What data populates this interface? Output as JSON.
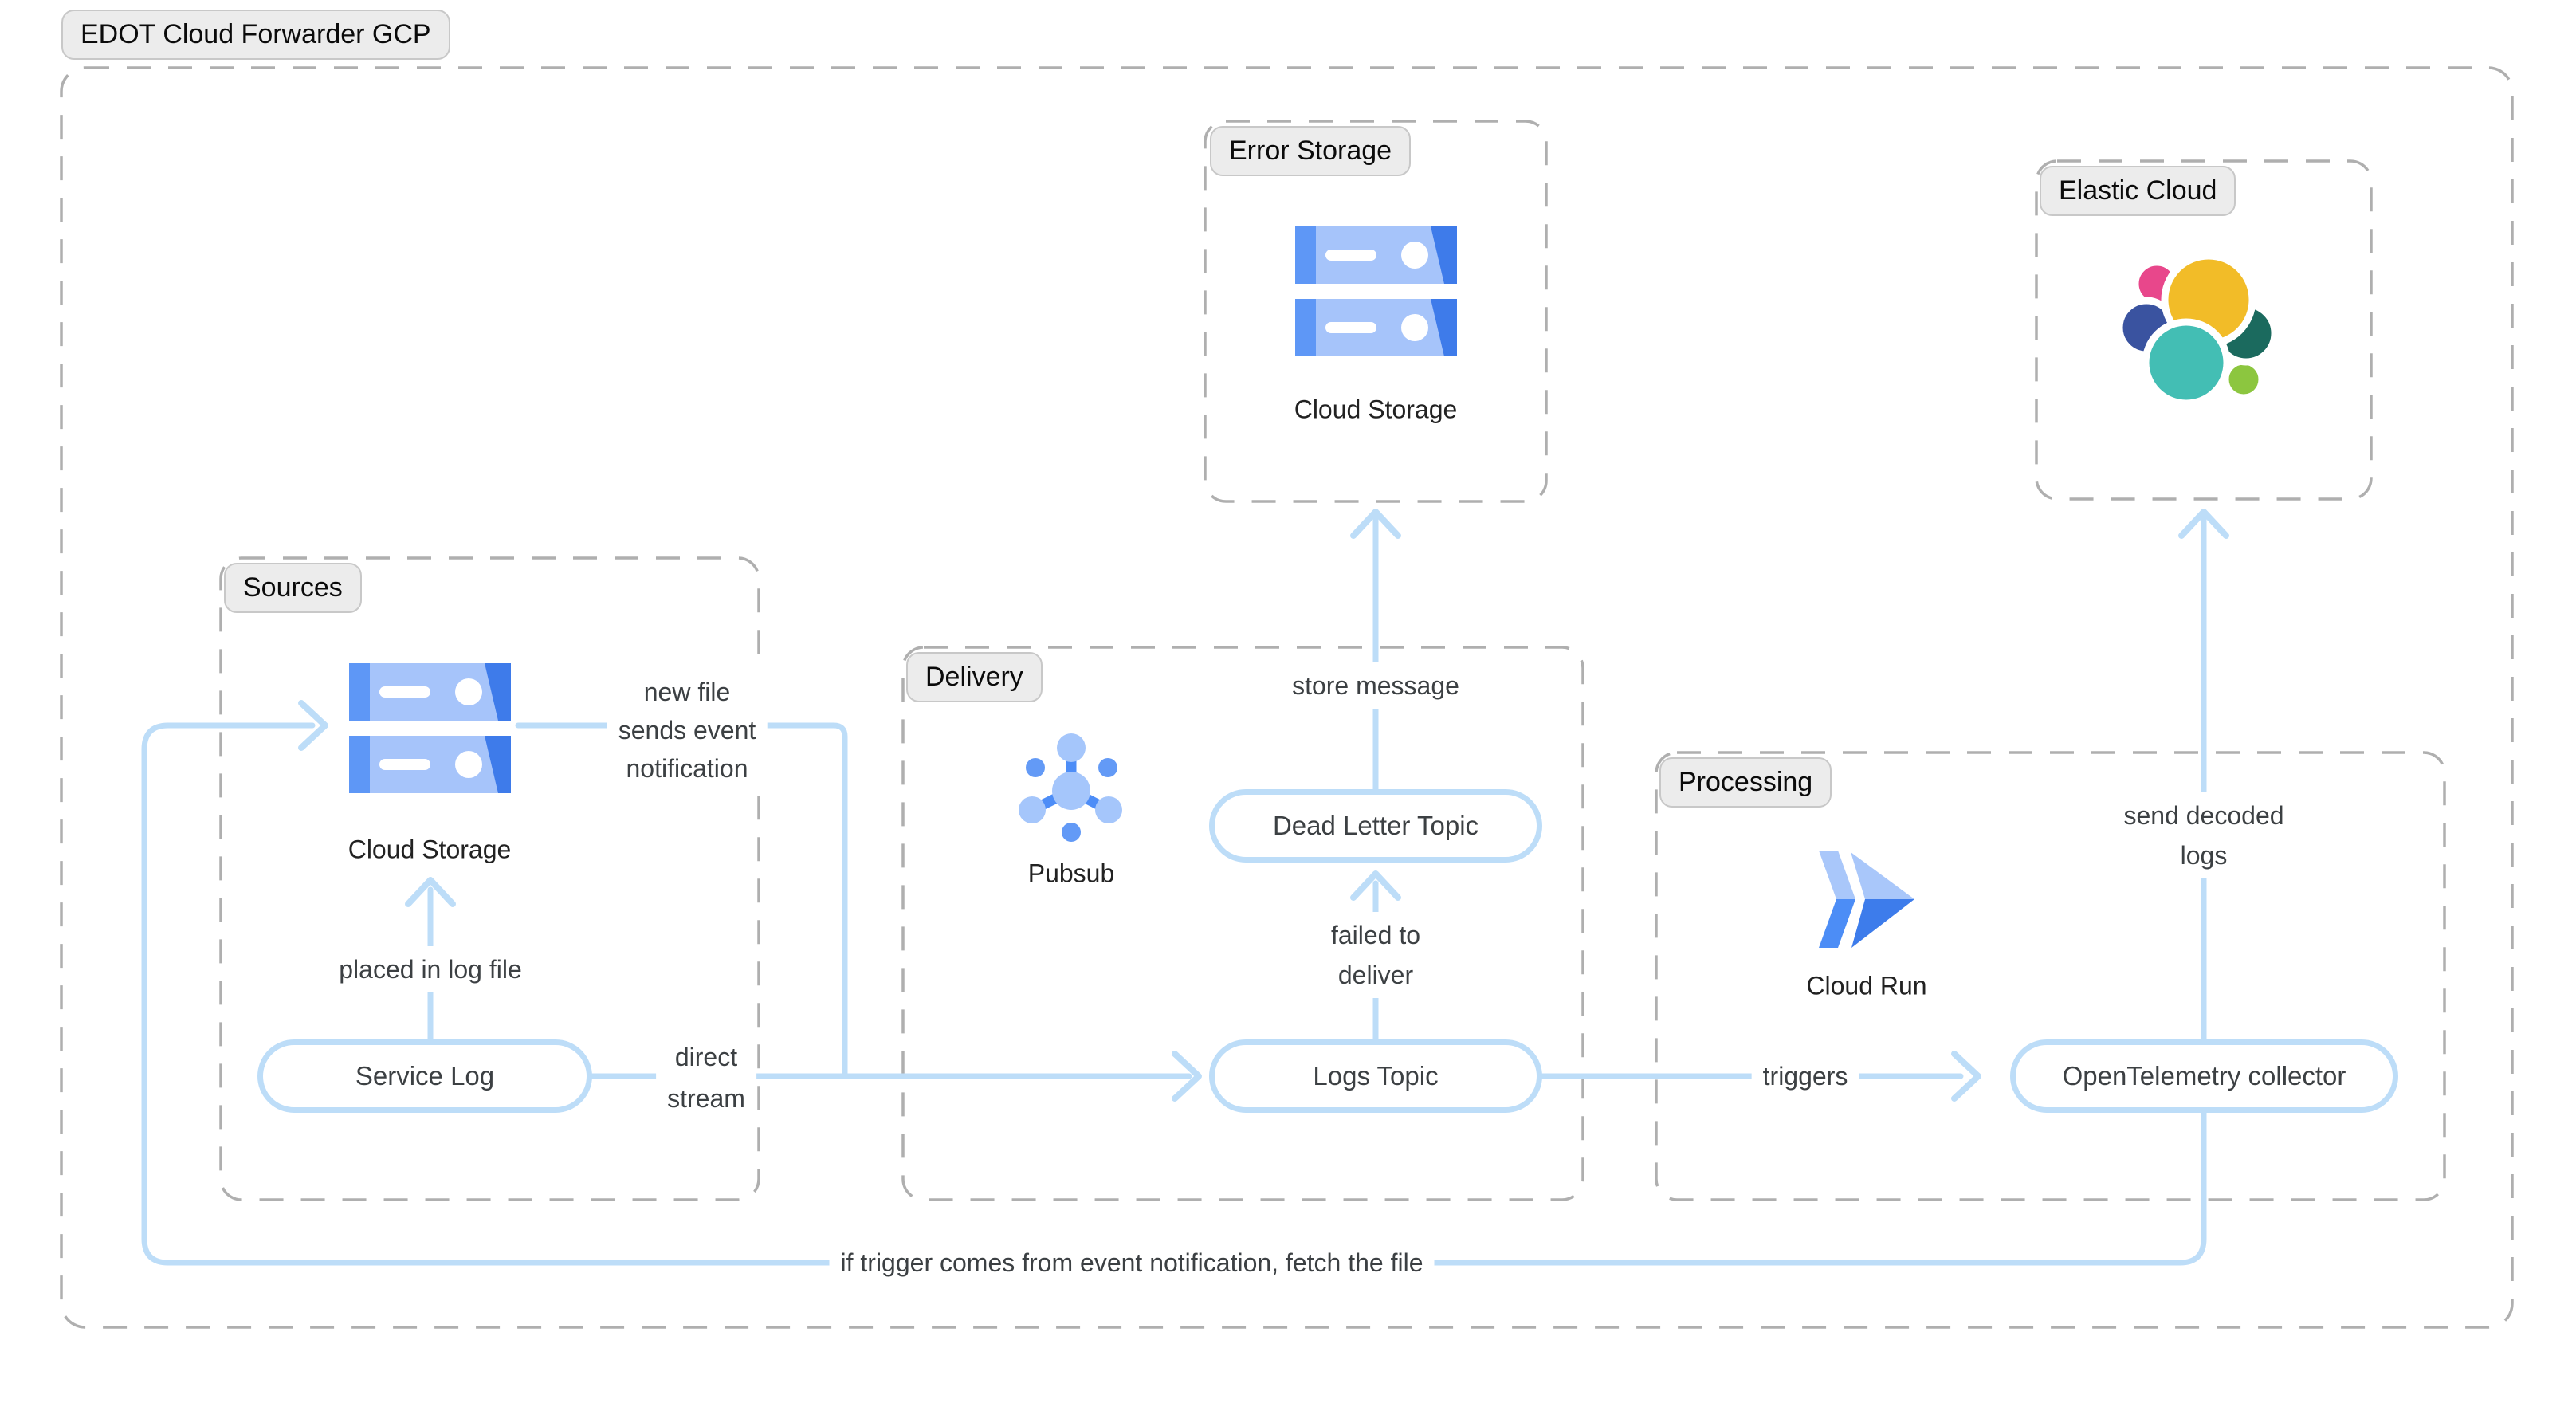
{
  "title": "EDOT Cloud Forwarder GCP",
  "groups": {
    "sources": {
      "label": "Sources"
    },
    "delivery": {
      "label": "Delivery"
    },
    "processing": {
      "label": "Processing"
    },
    "error_storage": {
      "label": "Error Storage"
    },
    "elastic_cloud": {
      "label": "Elastic Cloud"
    }
  },
  "nodes": {
    "service_log": {
      "label": "Service Log"
    },
    "dead_letter_topic": {
      "label": "Dead Letter Topic"
    },
    "logs_topic": {
      "label": "Logs Topic"
    },
    "otel_collector": {
      "label": "OpenTelemetry collector"
    }
  },
  "icons": {
    "sources_cloud_storage": {
      "name": "cloud-storage-icon",
      "caption": "Cloud Storage"
    },
    "error_cloud_storage": {
      "name": "cloud-storage-icon",
      "caption": "Cloud Storage"
    },
    "pubsub": {
      "name": "pubsub-icon",
      "caption": "Pubsub"
    },
    "cloud_run": {
      "name": "cloud-run-icon",
      "caption": "Cloud Run"
    },
    "elastic": {
      "name": "elastic-logo"
    }
  },
  "edges": {
    "new_file": {
      "lines": [
        "new file",
        "sends event",
        "notification"
      ]
    },
    "placed": {
      "lines": [
        "placed in log file"
      ]
    },
    "direct": {
      "lines": [
        "direct",
        "stream"
      ]
    },
    "store": {
      "lines": [
        "store message"
      ]
    },
    "failed": {
      "lines": [
        "failed to",
        "deliver"
      ]
    },
    "triggers": {
      "lines": [
        "triggers"
      ]
    },
    "decoded": {
      "lines": [
        "send decoded",
        "logs"
      ]
    },
    "fetch": {
      "lines": [
        "if trigger comes from event notification, fetch the file"
      ]
    }
  },
  "colors": {
    "flow_line": "#BDDDF8",
    "node_border": "#BDDDF8",
    "dashed_border": "#AFAFAF",
    "pill_bg": "#ECECEC",
    "pill_border": "#C8C8C8",
    "label_text": "#3C4043",
    "icon_light_blue": "#A6C4FA",
    "icon_mid_blue": "#5E97F6",
    "icon_dark_blue": "#3E7BEA",
    "elastic_yellow": "#F2BC28",
    "elastic_pink": "#E8478B",
    "elastic_blue": "#3A53A0",
    "elastic_teal": "#43BEB4",
    "elastic_dark_green": "#1B6A5E",
    "elastic_light_green": "#8CC63F"
  }
}
